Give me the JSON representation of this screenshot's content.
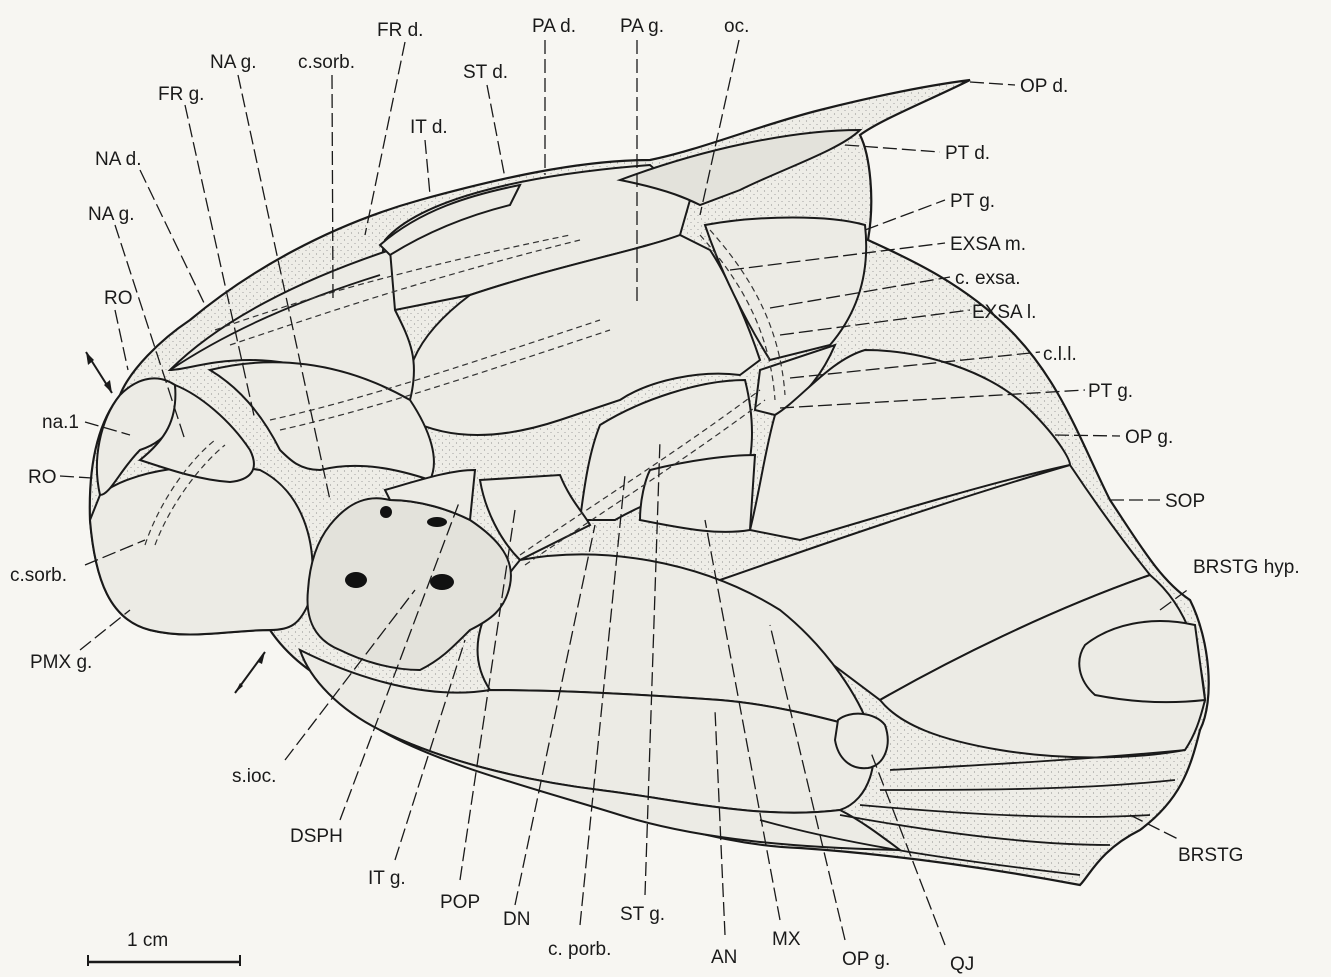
{
  "figure": {
    "labels": {
      "FRd": "FR d.",
      "PAd": "PA d.",
      "PAg": "PA g.",
      "oc": "oc.",
      "NAg_top": "NA g.",
      "csorb_top": "c.sorb.",
      "STd": "ST d.",
      "OPd": "OP d.",
      "FRg": "FR g.",
      "ITd": "IT d.",
      "PTd": "PT d.",
      "NAd": "NA d.",
      "PTg_top": "PT g.",
      "NAg_left": "NA g.",
      "EXSAm": "EXSA m.",
      "cexsa": "c. exsa.",
      "RO_top": "RO",
      "EXSAl": "EXSA l.",
      "cll": "c.l.l.",
      "PTg_mid": "PT g.",
      "na1": "na.1",
      "OPg_right": "OP g.",
      "RO_low": "RO",
      "SOP": "SOP",
      "csorb_left": "c.sorb.",
      "BRSTGhyp": "BRSTG hyp.",
      "PMXg": "PMX g.",
      "sioc": "s.ioc.",
      "DSPH": "DSPH",
      "ITg": "IT g.",
      "BRSTG": "BRSTG",
      "POP": "POP",
      "DN": "DN",
      "STg": "ST g.",
      "cporb": "c. porb.",
      "AN": "AN",
      "MX": "MX",
      "OPg_bottom": "OP g.",
      "QJ": "QJ"
    },
    "scale_bar": "1 cm"
  },
  "colors": {
    "ink": "#1a1a1a",
    "paper": "#f7f6f2",
    "bone_fill": "#ecebe5"
  }
}
